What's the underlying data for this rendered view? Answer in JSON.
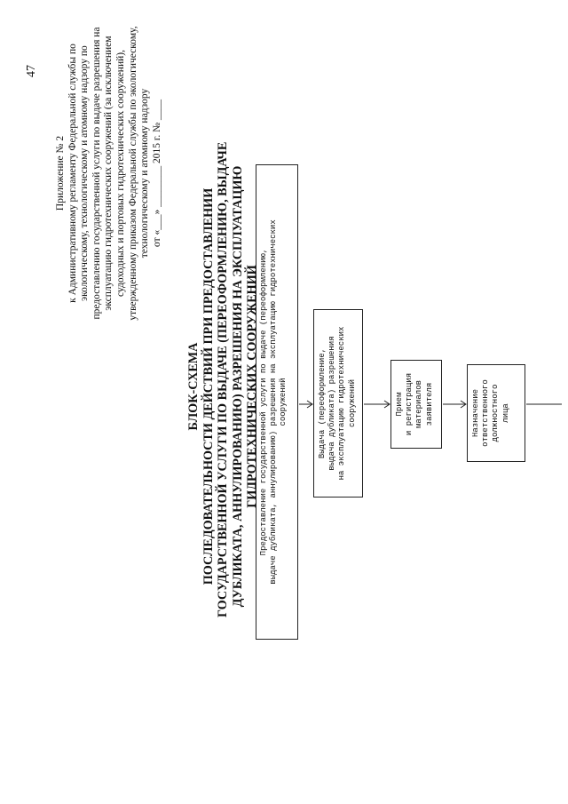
{
  "page_number": "47",
  "appendix": {
    "lines": [
      "Приложение № 2",
      "к Административному регламенту Федеральной службы по",
      "экологическому, технологическому и атомному надзору по",
      "предоставлению государственной услуги по выдаче разрешения на",
      "эксплуатацию гидротехнических сооружений (за исключением",
      "судоходных и портовых гидротехнических сооружений),",
      "утвержденному приказом Федеральной службы по экологическому,",
      "технологическому и атомному надзору",
      "от «___» ________ 2015 г. № ____"
    ]
  },
  "title": {
    "lines": [
      "БЛОК-СХЕМА",
      "ПОСЛЕДОВАТЕЛЬНОСТИ ДЕЙСТВИЙ ПРИ ПРЕДОСТАВЛЕНИИ",
      "ГОСУДАРСТВЕННОЙ УСЛУГИ ПО ВЫДАЧЕ (ПЕРЕОФОРМЛЕНИЮ, ВЫДАЧЕ",
      "ДУБЛИКАТА, АННУЛИРОВАНИЮ) РАЗРЕШЕНИЯ НА ЭКСПЛУАТАЦИЮ",
      "ГИДРОТЕХНИЧЕСКИХ СООРУЖЕНИЙ"
    ]
  },
  "flowchart": {
    "steps": [
      {
        "lines": [
          "Предоставление государственной услуги по выдаче (переоформлению,",
          "выдаче дубликата, аннулированию) разрешения на эксплуатацию гидротехнических",
          "сооружений"
        ]
      },
      {
        "lines": [
          "Выдача (переоформление,",
          "выдача дубликата) разрешения",
          "на эксплуатацию гидротехнических",
          "сооружений"
        ]
      },
      {
        "lines": [
          "Прием",
          "и регистрация",
          "материалов",
          "заявителя"
        ]
      },
      {
        "lines": [
          "Назначение",
          "ответственного",
          "должностного",
          "лица"
        ]
      }
    ]
  }
}
